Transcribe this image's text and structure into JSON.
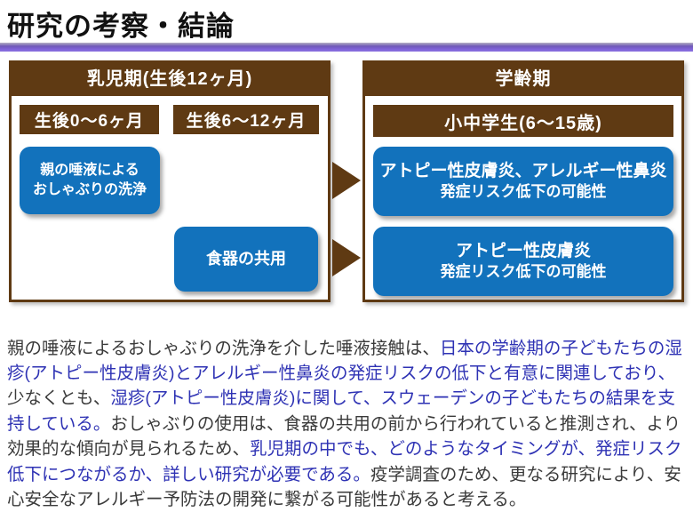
{
  "title": "研究の考察・結論",
  "colors": {
    "brown": "#5f3a13",
    "box_blue": "#1272bc",
    "underline_purple": "#7e62d6",
    "text_blue": "#2e32b4",
    "text_black": "#3a3a3a"
  },
  "diagram": {
    "infancy_panel": {
      "header": "乳児期(生後12ヶ月)",
      "sub_header_0_6": "生後0〜6ヶ月",
      "sub_header_6_12": "生後6〜12ヶ月",
      "pacifier_box": {
        "line1": "親の唾液による",
        "line2": "おしゃぶりの洗浄"
      },
      "utensil_box": {
        "line1": "食器の共用"
      }
    },
    "school_age_panel": {
      "header": "学齢期",
      "sub_header": "小中学生(6〜15歳)",
      "outcome_box_1": {
        "line1": "アトピー性皮膚炎、アレルギー性鼻炎",
        "line2": "発症リスク低下の可能性"
      },
      "outcome_box_2": {
        "line1": "アトピー性皮膚炎",
        "line2": "発症リスク低下の可能性"
      }
    }
  },
  "paragraph": {
    "segments": [
      {
        "text": "親の唾液によるおしゃぶりの洗浄を介した唾液接触は、",
        "color": "black"
      },
      {
        "text": "日本の学齢期の子どもたちの湿疹(アトピー性皮膚炎)とアレルギー性鼻炎の発症リスクの低下と有意に関連しており、",
        "color": "blue"
      },
      {
        "text": "少なくとも、",
        "color": "black"
      },
      {
        "text": "湿疹(アトピー性皮膚炎)に関して、スウェーデンの子どもたちの結果を支持している。",
        "color": "blue"
      },
      {
        "text": "おしゃぶりの使用は、食器の共用の前から行われていると推測され、より効果的な傾向が見られるため、",
        "color": "black"
      },
      {
        "text": "乳児期の中でも、どのようなタイミングが、発症リスク低下につながるか、詳しい研究が必要である。",
        "color": "blue"
      },
      {
        "text": "疫学調査のため、更なる研究により、安心安全なアレルギー予防法の開発に繋がる可能性があると考える。",
        "color": "black"
      }
    ]
  }
}
